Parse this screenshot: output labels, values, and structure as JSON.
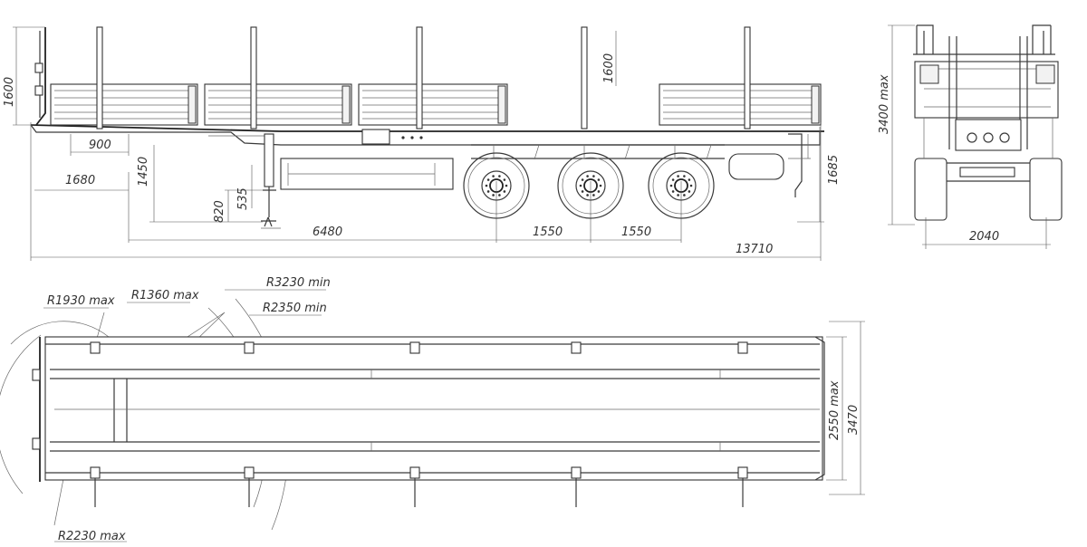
{
  "side_view": {
    "dims": {
      "stake_height": "1600",
      "headboard_height": "1600",
      "front_overhang": "900",
      "kingpin_offset": "1680",
      "fifth_wheel_height": "1450",
      "leg_height": "820",
      "leg_stroke": "535",
      "kingpin_to_axle": "6480",
      "axle_spacing_1": "1550",
      "axle_spacing_2": "1550",
      "overall_length": "13710",
      "deck_height": "1685"
    }
  },
  "rear_view": {
    "dims": {
      "overall_height": "3400 max",
      "track_width": "2040"
    }
  },
  "top_view": {
    "dims": {
      "r_front_max": "R1930 max",
      "r_inner_max": "R1360 max",
      "r_turn_min": "R3230 min",
      "r_inner_min": "R2350 min",
      "r_rear_max": "R2230 max",
      "width_max": "2550 max",
      "width_stakes": "3470"
    }
  }
}
